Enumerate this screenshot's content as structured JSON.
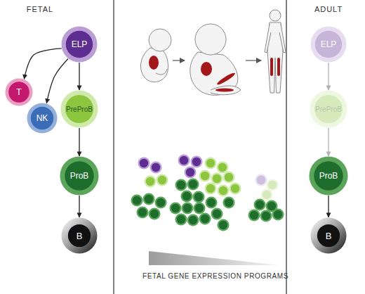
{
  "diagram": {
    "nodes": [
      {
        "text": [
          "FETAL"
        ]
      },
      {
        "text": [
          "ELP"
        ],
        "in": 0
      },
      {
        "text": [
          "T"
        ],
        "in": 0
      },
      {
        "text": [
          "NK"
        ],
        "in": 0
      },
      {
        "text": [
          "PreProB"
        ],
        "in": 0
      },
      {
        "text": [
          "ProB"
        ],
        "in": 0
      },
      {
        "text": [
          "B"
        ],
        "in": 0
      },
      {
        "text": [
          "ADULT"
        ]
      },
      {
        "text": [
          "ELP"
        ],
        "in": 7
      },
      {
        "text": [
          "PreProB"
        ],
        "in": 7
      },
      {
        "text": [
          "ProB"
        ],
        "in": 7
      },
      {
        "text": [
          "B"
        ],
        "in": 7
      }
    ],
    "edges": [
      {
        "from": 1,
        "to": 2,
        "arrow": "to"
      },
      {
        "from": 1,
        "to": 3,
        "arrow": "to"
      },
      {
        "from": 1,
        "to": 4,
        "arrow": "to"
      },
      {
        "from": 4,
        "to": 5,
        "arrow": "to"
      },
      {
        "from": 5,
        "to": 6,
        "arrow": "to"
      },
      {
        "from": 8,
        "to": 9,
        "arrow": "to"
      },
      {
        "from": 9,
        "to": 10,
        "arrow": "to"
      },
      {
        "from": 10,
        "to": 11,
        "arrow": "to"
      }
    ],
    "labels": [
      "FETAL GENE EXPRESSION PROGRAMS"
    ]
  }
}
